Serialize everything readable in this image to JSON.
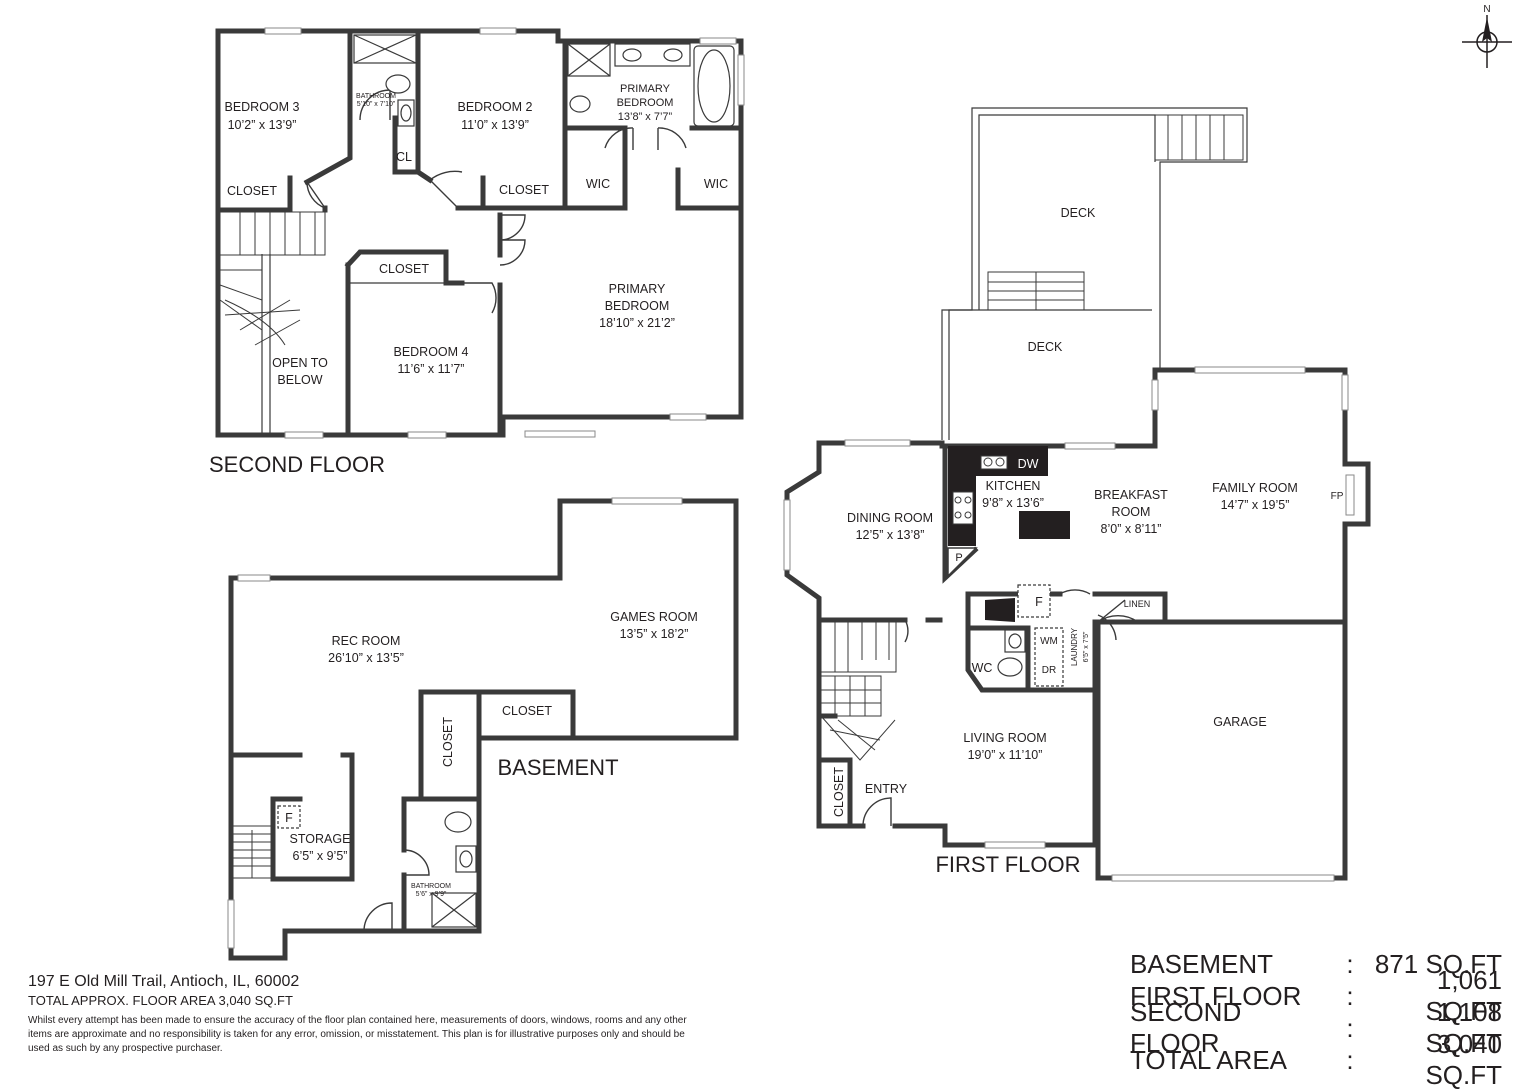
{
  "floors": {
    "second": {
      "title": "SECOND FLOOR",
      "rooms": [
        {
          "name": "BEDROOM 3",
          "size": "10’2” x 13’9”"
        },
        {
          "name": "BATHROOM",
          "size": "5’10” x 7’10”"
        },
        {
          "name": "BEDROOM 2",
          "size": "11’0” x 13’9”"
        },
        {
          "name": "PRIMARY",
          "name2": "BEDROOM",
          "size": "13’8” x 7’7”"
        },
        {
          "name": "PRIMARY",
          "name2": "BEDROOM",
          "size": "18’10” x 21’2”"
        },
        {
          "name": "BEDROOM 4",
          "size": "11’6” x 11’7”"
        },
        {
          "name": "OPEN TO",
          "name2": "BELOW"
        }
      ],
      "labels": {
        "closet": "CLOSET",
        "cl": "CL",
        "wic": "WIC"
      }
    },
    "basement": {
      "title": "BASEMENT",
      "rooms": [
        {
          "name": "REC ROOM",
          "size": "26’10” x 13’5”"
        },
        {
          "name": "GAMES ROOM",
          "size": "13’5” x 18’2”"
        },
        {
          "name": "STORAGE",
          "size": "6’5” x 9’5”"
        },
        {
          "name": "BATHROOM",
          "size": "5’6” x 9’9”"
        }
      ],
      "labels": {
        "closet": "CLOSET",
        "furnace": "F"
      }
    },
    "first": {
      "title": "FIRST FLOOR",
      "rooms": [
        {
          "name": "DECK"
        },
        {
          "name": "DECK"
        },
        {
          "name": "DINING ROOM",
          "size": "12’5” x 13’8”"
        },
        {
          "name": "KITCHEN",
          "size": "9’8” x 13’6”"
        },
        {
          "name": "BREAKFAST",
          "name2": "ROOM",
          "size": "8’0” x 8’11”"
        },
        {
          "name": "FAMILY ROOM",
          "size": "14’7” x 19’5”"
        },
        {
          "name": "LIVING ROOM",
          "size": "19’0” x 11’10”"
        },
        {
          "name": "GARAGE"
        },
        {
          "name": "LAUNDRY",
          "size": "6’5” x 7’5”"
        }
      ],
      "labels": {
        "dw": "DW",
        "p": "P",
        "fp": "FP",
        "linen": "LINEN",
        "furnace": "F",
        "wm": "WM",
        "dr": "DR",
        "wc": "WC",
        "closet": "CLOSET",
        "entry": "ENTRY"
      }
    }
  },
  "compass": {
    "north": "N"
  },
  "footer": {
    "address": "197 E Old Mill Trail, Antioch, IL, 60002",
    "total_note": "TOTAL APPROX. FLOOR AREA 3,040 SQ.FT",
    "disclaimer": "Whilst every attempt has been made to ensure the accuracy of the floor plan contained here, measurements of doors, windows, rooms and any other items are approximate and no responsibility is taken for any error, omission, or misstatement. This plan is for illustrative purposes only and should be used as such by any prospective purchaser."
  },
  "area_table": [
    {
      "label": "BASEMENT",
      "value": "871 SQ.FT"
    },
    {
      "label": "FIRST FLOOR",
      "value": "1,061 SQ.FT"
    },
    {
      "label": "SECOND FLOOR",
      "value": "1,108 SQ.FT"
    },
    {
      "label": "TOTAL AREA",
      "value": "3,040 SQ.FT"
    }
  ],
  "area_sep": ":"
}
